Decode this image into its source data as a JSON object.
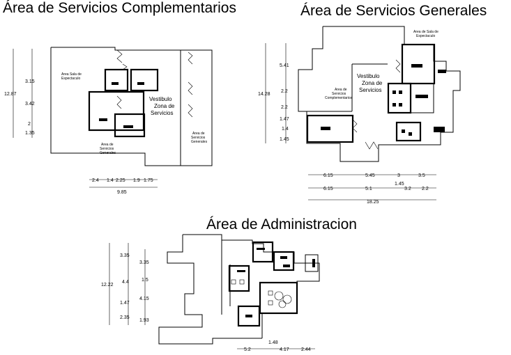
{
  "titles": {
    "complementarios": "Área de Servicios Complementarios",
    "generales": "Área de Servicios  Generales",
    "administracion": "Área de Administracion"
  },
  "complementarios": {
    "labels": {
      "sala_espectaculo": [
        "Area Sala de",
        "Espectaculo"
      ],
      "vestibulo": [
        "Vestibulo",
        "Zona de",
        "Servicios"
      ],
      "servicios_generales_inner": [
        "Area de",
        "Servicios",
        "Generales"
      ],
      "servicios_generales_right": [
        "Area de",
        "Servicios",
        "Generales"
      ]
    },
    "dims_vertical": [
      "3.15",
      "3.42",
      "2",
      "1.35"
    ],
    "dims_total_vertical": "12.87",
    "dims_horizontal": [
      "2.4",
      "1.4",
      "2.25",
      "1.9",
      "1.75"
    ],
    "dims_total_horizontal": "9.85"
  },
  "generales": {
    "labels": {
      "sala_espectaculo": [
        "Area de Sala de",
        "Espectaculo"
      ],
      "vestibulo": [
        "Vestibulo",
        "Zona de",
        "Servicios"
      ],
      "servicios_complementarios": [
        "Area de",
        "Servicios",
        "Complementarios"
      ]
    },
    "dims_vertical": [
      "5.41",
      "2.2",
      "2.2",
      "1.47",
      "1.4",
      "1.45"
    ],
    "dims_total_vertical": "14.28",
    "dims_horizontal_1": [
      "6.15",
      "5.45",
      "3",
      "3.5"
    ],
    "dims_horizontal_2": [
      "6.15",
      "5.1",
      "1.45",
      "3.2",
      "2.2"
    ],
    "dims_total_horizontal": "18.25"
  },
  "administracion": {
    "dims_vertical_1": [
      "3.35",
      "4.4",
      "1.47",
      "2.35"
    ],
    "dims_total_vertical": "12.22",
    "dims_vertical_2": [
      "3.35",
      "1.5",
      "4.15",
      "1.93"
    ],
    "dims_horizontal": [
      "5.2",
      "1.48",
      "4.17",
      "2.44"
    ]
  }
}
